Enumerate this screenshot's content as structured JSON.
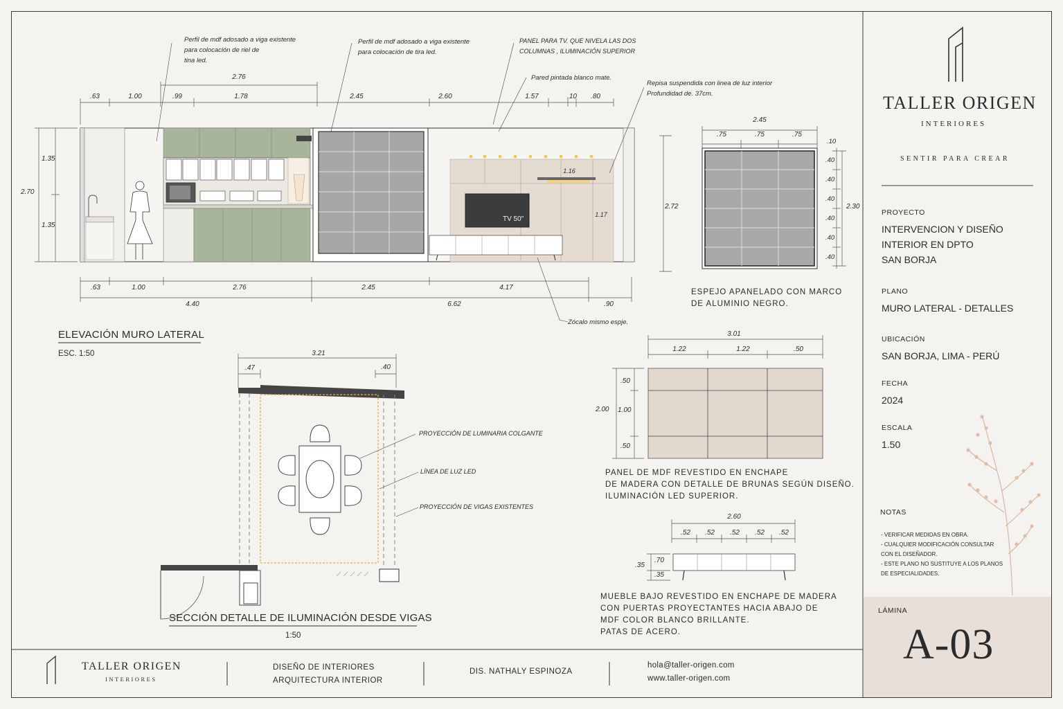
{
  "annotations": {
    "a1": [
      "Perfil de mdf adosado a viga existente",
      "para colocación de riel de",
      "tina led."
    ],
    "a2": [
      "Perfil de mdf adosado a viga existente",
      "para colocación de tira led."
    ],
    "a3": [
      "PANEL PARA TV. QUE NIVELA LAS DOS",
      "COLUMNAS , ILUMINACIÓN SUPERIOR"
    ],
    "a4": "Pared pintada blanco mate.",
    "a5": [
      "Repisa suspendida con linea de luz interior",
      "Profundidad de. 37cm."
    ],
    "a6": "Zócalo mismo espje."
  },
  "elevation": {
    "title": "ELEVACIÓN MURO LATERAL",
    "scale": "ESC. 1:50",
    "tv_label": "TV 50\"",
    "top_dims": [
      ".63",
      "1.00",
      ".99",
      "1.78",
      "2.45",
      "2.60",
      "1.57",
      ".10",
      ".80"
    ],
    "top_total": "2.76",
    "bottom_dims": [
      ".63",
      "1.00",
      "2.76",
      "2.45",
      "4.17"
    ],
    "bottom_totals": [
      "4.40",
      "6.62",
      ".90"
    ],
    "left_dims": [
      "1.35",
      "1.35"
    ],
    "left_total": "2.70",
    "shelf_dim": "1.16",
    "panel_dim": "1.17"
  },
  "mirror": {
    "top_total": "2.45",
    "top_dims": [
      ".75",
      ".75",
      ".75"
    ],
    "right_dims": [
      ".10",
      ".40",
      ".40",
      ".40",
      ".40",
      ".40",
      ".40"
    ],
    "right_total": "2.30",
    "left_total": "2.72",
    "caption": [
      "ESPEJO APANELADO CON MARCO",
      "DE ALUMINIO NEGRO."
    ]
  },
  "section": {
    "title": "SECCIÓN DETALLE DE ILUMINACIÓN DESDE VIGAS",
    "scale": "1:50",
    "top_total": "3.21",
    "left_dim": ".47",
    "right_dim": ".40",
    "labels": [
      "PROYECCIÓN DE LUMINARIA COLGANTE",
      "LÍNEA DE LUZ LED",
      "PROYECCIÓN DE VIGAS EXISTENTES"
    ]
  },
  "panel": {
    "top_total": "3.01",
    "top_dims": [
      "1.22",
      "1.22",
      ".50"
    ],
    "left_total": "2.00",
    "left_dims": [
      ".50",
      "1.00",
      ".50"
    ],
    "caption": [
      "PANEL DE MDF REVESTIDO EN ENCHAPE",
      "DE MADERA CON DETALLE DE BRUNAS SEGÚN DISEÑO.",
      "ILUMINACIÓN LED SUPERIOR."
    ]
  },
  "furniture": {
    "top_total": "2.60",
    "top_dims": [
      ".52",
      ".52",
      ".52",
      ".52",
      ".52"
    ],
    "left_total": ".35",
    "left_dims": [
      ".70",
      ".35"
    ],
    "caption": [
      "MUEBLE BAJO REVESTIDO EN ENCHAPE DE MADERA",
      "CON PUERTAS PROYECTANTES HACIA ABAJO DE",
      "MDF COLOR BLANCO BRILLANTE.",
      "PATAS DE ACERO."
    ]
  },
  "title_block": {
    "brand": "TALLER ORIGEN",
    "sub": "INTERIORES",
    "tagline": "SENTIR PARA CREAR",
    "proyecto_label": "PROYECTO",
    "proyecto": [
      "INTERVENCION Y DISEÑO",
      "INTERIOR EN DPTO",
      "SAN BORJA"
    ],
    "plano_label": "PLANO",
    "plano": "MURO LATERAL - DETALLES",
    "ubicacion_label": "UBICACIÓN",
    "ubicacion": "SAN BORJA, LIMA - PERÚ",
    "fecha_label": "FECHA",
    "fecha": "2024",
    "escala_label": "ESCALA",
    "escala": "1.50",
    "notas_label": "NOTAS",
    "notas": [
      "- VERIFICAR MEDIDAS EN OBRA.",
      "- CUALQUIER MODIFICACIÓN CONSULTAR",
      "   CON EL DISEÑADOR.",
      "- ESTE PLANO NO SUSTITUYE A LOS PLANOS",
      "   DE ESPECIALIDADES."
    ],
    "lamina_label": "LÁMINA",
    "lamina": "A-03"
  },
  "footer": {
    "brand": "TALLER ORIGEN",
    "sub": "INTERIORES",
    "services": [
      "DISEÑO DE INTERIORES",
      "ARQUITECTURA INTERIOR"
    ],
    "designer": "DIS. NATHALY ESPINOZA",
    "email": "hola@taller-origen.com",
    "web": "www.taller-origen.com"
  }
}
